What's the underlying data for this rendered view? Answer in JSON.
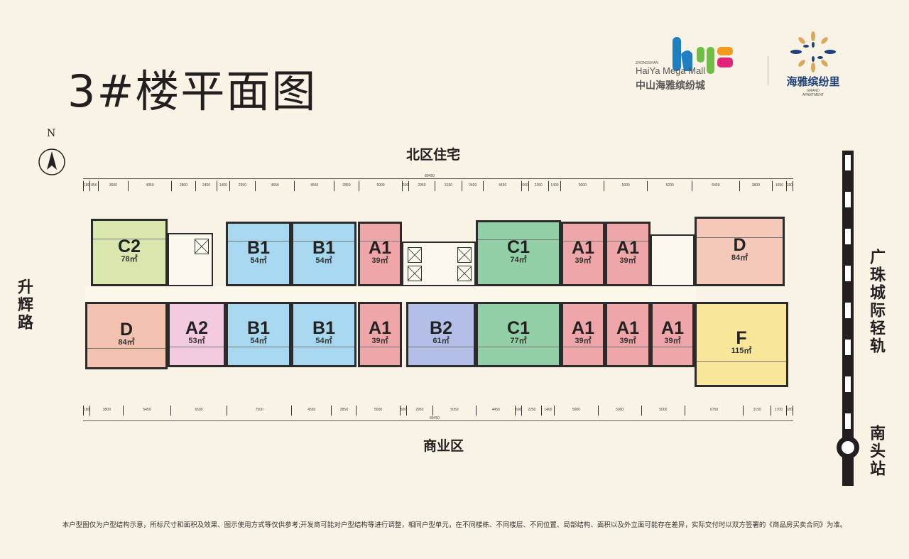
{
  "title": "3#楼平面图",
  "logo": {
    "small_caption": "ZHONGSHAN",
    "brand_en": "HaiYa Mega Mall",
    "brand_cn": "中山海雅缤纷城",
    "sub_brand_cn": "海雅缤纷里",
    "sub_brand_en_1": "GRAND",
    "sub_brand_en_2": "APARTMENT",
    "colors": {
      "blue": "#1f7fc3",
      "green": "#6fbe44",
      "orange": "#f39a21",
      "magenta": "#e2237b",
      "navy": "#1d3f7a",
      "gold": "#d9a85a"
    }
  },
  "compass": {
    "label": "N"
  },
  "directions": {
    "north": "北区住宅",
    "south": "商业区",
    "west": "升辉路",
    "east_rail": "广珠城际轻轨",
    "station": "南头站"
  },
  "dimensions": {
    "top_total": "80450",
    "top": [
      "180",
      "850",
      "3500",
      "4950",
      "2800",
      "2400",
      "1400",
      "2950",
      "4550",
      "4550",
      "2850",
      "5000",
      "500",
      "2950",
      "3150",
      "2400",
      "4450",
      "600",
      "2250",
      "1400",
      "5000",
      "5000",
      "5200",
      "5450",
      "3800",
      "1550",
      "180"
    ],
    "bottom_total": "80450",
    "bottom": [
      "180",
      "3800",
      "5450",
      "6500",
      "7500",
      "4550",
      "2850",
      "5000",
      "500",
      "2950",
      "5050",
      "4450",
      "600",
      "2250",
      "1400",
      "5000",
      "5000",
      "5000",
      "6750",
      "3150",
      "1700",
      "180"
    ]
  },
  "units": {
    "north": [
      {
        "code": "C2",
        "area": "78㎡",
        "color": "#d8e7ae"
      },
      {
        "code": "B1",
        "area": "54㎡",
        "color": "#a8d8f0"
      },
      {
        "code": "B1",
        "area": "54㎡",
        "color": "#a8d8f0"
      },
      {
        "code": "A1",
        "area": "39㎡",
        "color": "#eea6a9"
      },
      {
        "code": "C1",
        "area": "74㎡",
        "color": "#92cfa6"
      },
      {
        "code": "A1",
        "area": "39㎡",
        "color": "#eea6a9"
      },
      {
        "code": "A1",
        "area": "39㎡",
        "color": "#eea6a9"
      },
      {
        "code": "D",
        "area": "84㎡",
        "color": "#f6c8ba"
      }
    ],
    "south": [
      {
        "code": "D",
        "area": "84㎡",
        "color": "#f4c3b0"
      },
      {
        "code": "A2",
        "area": "53㎡",
        "color": "#f3cbe1"
      },
      {
        "code": "B1",
        "area": "54㎡",
        "color": "#a8d8f0"
      },
      {
        "code": "B1",
        "area": "54㎡",
        "color": "#a8d8f0"
      },
      {
        "code": "A1",
        "area": "39㎡",
        "color": "#eea6a9"
      },
      {
        "code": "B2",
        "area": "61㎡",
        "color": "#b3bfe7"
      },
      {
        "code": "C1",
        "area": "77㎡",
        "color": "#92cfa6"
      },
      {
        "code": "A1",
        "area": "39㎡",
        "color": "#eea6a9"
      },
      {
        "code": "A1",
        "area": "39㎡",
        "color": "#eea6a9"
      },
      {
        "code": "A1",
        "area": "39㎡",
        "color": "#eea6a9"
      },
      {
        "code": "F",
        "area": "115㎡",
        "color": "#f8e79b"
      }
    ]
  },
  "disclaimer": "本户型图仅为户型结构示意，所标尺寸和面积及效果、图示使用方式等仅供参考;开发商可能对户型结构等进行调整，相同户型单元，在不同楼栋、不同楼层、不同位置、局部结构、面积以及外立面可能存在差异，实际交付时以双方签署的《商品房买卖合同》为准。"
}
